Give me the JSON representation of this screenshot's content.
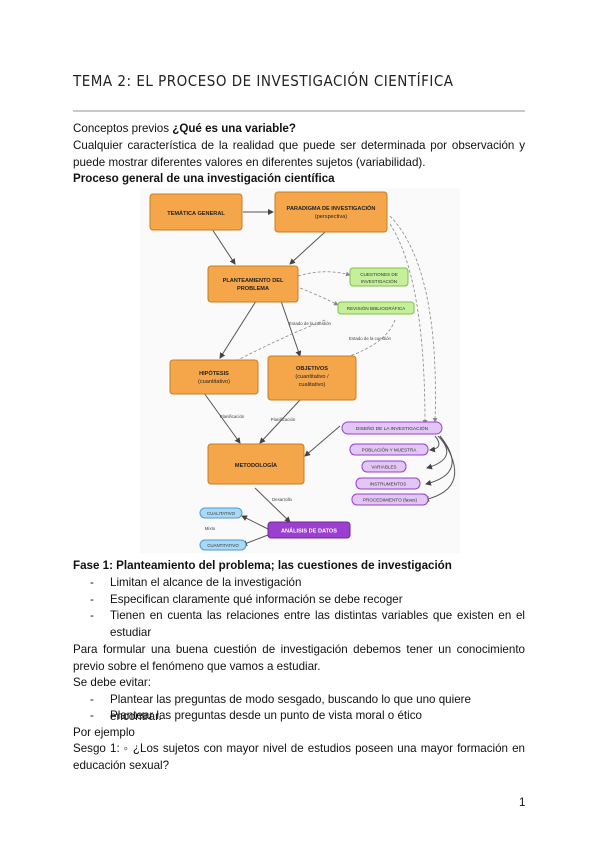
{
  "title": "TEMA 2: EL PROCESO DE INVESTIGACIÓN CIENTÍFICA",
  "concepts_prefix": "Conceptos previos ",
  "concepts_question": "¿Qué es una variable?",
  "variable_def": "Cualquier característica de la realidad que puede ser determinada por observación y puede mostrar diferentes valores en diferentes sujetos (variabilidad).",
  "process_heading": "Proceso general de una investigación científica",
  "diagram": {
    "tematica": "TEMÁTICA GENERAL",
    "paradigma_l1": "PARADIGMA DE INVESTIGACIÓN",
    "paradigma_l2": "(perspectiva)",
    "planteamiento_l1": "PLANTEAMIENTO DEL",
    "planteamiento_l2": "PROBLEMA",
    "cuestiones_l1": "CUESTIONES DE",
    "cuestiones_l2": "INVESTIGACIÓN",
    "revision": "REVISIÓN BIBLIOGRÁFICA",
    "estado1": "Estado de la cuestión",
    "estado2": "Estado de la cuestión",
    "hipotesis_l1": "HIPÓTESIS",
    "hipotesis_l2": "(cuantitativo)",
    "objetivos_l1": "OBJETIVOS",
    "objetivos_l2": "(cuantitativo /",
    "objetivos_l3": "cualitativo)",
    "planif1": "Planificación",
    "planif2": "Planificación",
    "diseno": "DISEÑO DE LA INVESTIGACIÓN",
    "poblacion": "POBLACIÓN Y MUESTRA",
    "variables": "VARIABLES",
    "instrumentos": "INSTRUMENTOS",
    "procedimiento": "PROCEDIMIENTO (fases)",
    "metodologia": "METODOLOGÍA",
    "desarrollo": "Desarrollo",
    "cualitativo": "CUALITATIVO",
    "mixto": "Mixto",
    "cuantitativo": "CUANTITATIVO",
    "analisis": "ANÁLISIS DE DATOS",
    "colors": {
      "orange": "#f5a64a",
      "green": "#c6ef9a",
      "purple": "#e2c6f3",
      "purple_dark": "#9a3fcf",
      "blue": "#a9d9f5"
    }
  },
  "fase1_heading": "Fase 1: Planteamiento del problema;  las cuestiones de investigación",
  "fase1_bullets": [
    "Limitan el alcance de la investigación",
    "Especifican claramente qué información se debe recoger",
    "Tienen en cuenta las relaciones entre las distintas variables que existen en el estudiar"
  ],
  "para_formular": "Para formular una buena cuestión de investigación debemos tener un conocimiento previo sobre el fenómeno que vamos a estudiar.",
  "se_debe_evitar": "Se debe evitar:",
  "evitar_bullets": [
    "Plantear las preguntas de modo sesgado, buscando lo que uno quiere encontrar.",
    "Plantear las preguntas desde un punto de vista moral o ético"
  ],
  "por_ejemplo": "Por ejemplo",
  "sesgo1": "Sesgo 1: ◦ ¿Los sujetos con mayor nivel de estudios poseen una mayor formación en educación sexual?",
  "dash": "-",
  "page_number": "1"
}
